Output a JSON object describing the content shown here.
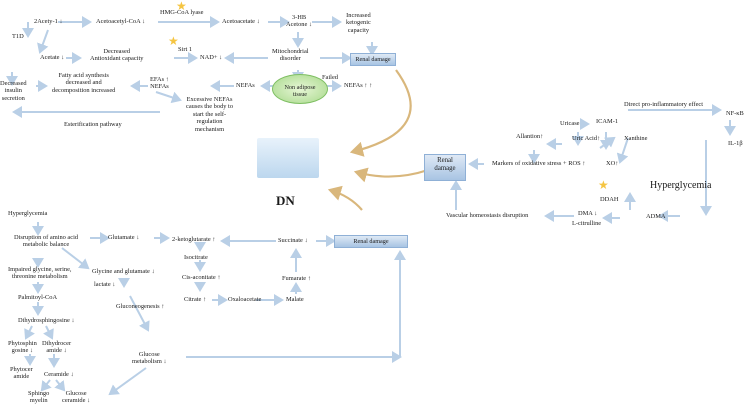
{
  "top": {
    "t1d": "T1D",
    "acetyl": "2Acety-1 ↓",
    "acetoacetyl": "Acetoacetyl-CoA ↓",
    "hmg": "HMG-CoA lyase",
    "acetoacetate": "Acetoacetate ↓",
    "hb3": "3-HB\nAcetone ↓",
    "ketogenic": "Increased\nketogenic\ncapacity",
    "acetate": "Acetate ↓",
    "decreased_antiox": "Decreased\nAntioxidant capacity",
    "sirt": "Sirt 1",
    "nad": "NAD+ ↓",
    "mito": "Mitochondrial\ndisorder",
    "renal_damage_top": "Renal damage",
    "fatty_acid": "Fatty acid synthesis\ndecreased and\ndecomposition increased",
    "efas": "EFAs ↑\nNEFAs",
    "nefas_mid": "NEFAs",
    "non_adipose": "Non adipose\ntissue",
    "failed": "Failed",
    "nefas_right": "NEFAs ↑ ↑",
    "insulin": "Decreased\ninsulin\nsecretion",
    "excessive": "Excessive NEFAs\ncauses the body to\nstart the self-\nregulation\nmechanism",
    "esterification": "Esterification pathway"
  },
  "center": {
    "dn": "DN",
    "renal_damage_right": "Renal\ndamage",
    "renal_damage_mid": "Renal damage"
  },
  "right": {
    "pro_inflam": "Direct pro-inflammatory effect",
    "nfkb": "NF-κB",
    "il1b": "IL-1β",
    "icam": "ICAM-1",
    "uricase": "Uricase",
    "allantoin": "Allantion↑",
    "uric": "Uric Acid↑",
    "xanthine": "Xanthine",
    "markers": "Markers of oxidative stress + ROS ↑",
    "xo": "XO↑",
    "hyperglycemia_big": "Hyperglycemia",
    "ddah": "DDAH",
    "dma": "DMA ↓",
    "lcit": "L-citrulline",
    "adma": "ADMA",
    "vascular": "Vascular homeostasis disruption"
  },
  "bottom": {
    "hyperglycemia": "Hyperglycemia",
    "disruption": "Disruption of amino acid\nmetabolic balance",
    "impaired": "Impaired glycine, serine,\nthreonine metabolism",
    "palmitoyl": "Palmitoyl-CoA",
    "dihydrosph": "Dihydrosphingosine ↓",
    "phytosph": "Phytosphin\ngosine ↓",
    "dihydrocer": "Dihydrocer\namide ↓",
    "phytocer": "Phytocer\namide",
    "ceramide": "Ceramide ↓",
    "sphingomyelin": "Sphingo\nmyelin",
    "glucose_cer": "Glucose\nceramide ↓",
    "glutamate": "Glutamate ↓",
    "glycine_glut": "Glycine and glutamate ↓",
    "lactate": "lactate ↓",
    "gluconeo": "Gluconeogenesis ↑",
    "glucose_met": "Glucose\nmetabolism ↓",
    "ketoglutarate": "2-ketoglutarate ↑",
    "isocitrate": "Isocitrate",
    "cisaconitate": "Cis-aconitate ↑",
    "citrate": "Citrate ↑",
    "oxaloacetate": "Oxaloacetate",
    "succinate": "Succinate ↓",
    "fumarate": "Fumarate ↑",
    "malate": "Malate"
  },
  "colors": {
    "arrow": "#b9cfe6",
    "box_top": "#dfe9f5",
    "box_bottom": "#a8c4e3",
    "cloud": "#a7d98a",
    "star": "#f5c542",
    "curve": "#d9b77c"
  }
}
